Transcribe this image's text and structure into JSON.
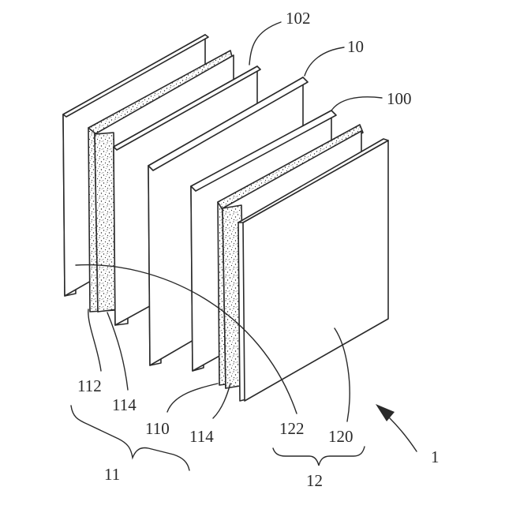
{
  "diagram": {
    "labels": {
      "ref_102": "102",
      "ref_10": "10",
      "ref_100": "100",
      "ref_112": "112",
      "ref_114_left": "114",
      "ref_110": "110",
      "ref_114_right": "114",
      "ref_122": "122",
      "ref_120": "120",
      "ref_1": "1",
      "ref_11": "11",
      "ref_12": "12"
    },
    "colors": {
      "line": "#2a2a2a",
      "background": "#ffffff"
    }
  }
}
